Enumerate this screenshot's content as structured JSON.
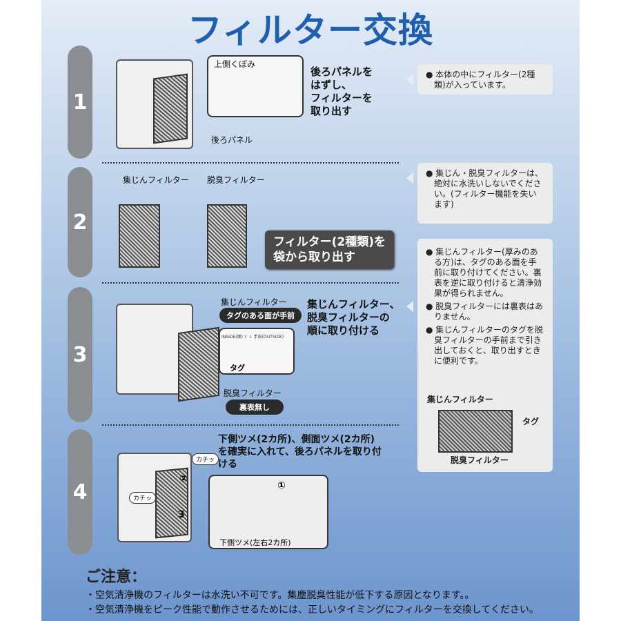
{
  "title": "フィルター交換",
  "steps": [
    {
      "number": "1",
      "labels": {
        "top_hollow": "上側くぼみ",
        "back_panel": "後ろパネル"
      },
      "instruction": [
        "後ろパネルを",
        "はずし、",
        "フィルターを",
        "取り出す"
      ],
      "note": [
        "本体の中にフィルター(2種類)が入っています。"
      ]
    },
    {
      "number": "2",
      "labels": {
        "dust_filter": "集じんフィルター",
        "deodor_filter": "脱臭フィルター"
      },
      "instruction": [
        "フィルター(2種類)を",
        "袋から取り出す"
      ],
      "note": [
        "集じん・脱臭フィルターは、絶対に水洗いしないでください。(フィルター機能を失います)"
      ]
    },
    {
      "number": "3",
      "labels": {
        "dust_filter": "集じんフィルター",
        "tag_side": "タグのある面が手前",
        "inside_outside": "INSIDE(奥) ⇧ ⇩ 手前(OUTSIDE)",
        "tag": "タグ",
        "deodor_filter": "脱臭フィルター",
        "no_side": "裏表無し"
      },
      "instruction": [
        "集じんフィルター、",
        "脱臭フィルターの",
        "順に取り付ける"
      ],
      "notes": [
        "集じんフィルター(厚みのある方)は、タグのある面を手前に取り付けてください。裏表を逆に取り付けると清浄効果が得られません。",
        "脱臭フィルターには裏表はありません。",
        "集じんフィルターのタグを脱臭フィルターの手前まで引き出しておくと、取り出すときに便利です。"
      ],
      "diagram": {
        "dust_filter": "集じんフィルター",
        "tag": "タグ",
        "deodor_filter": "脱臭フィルター"
      }
    },
    {
      "number": "4",
      "labels": {
        "click1": "カチッ",
        "click2": "カチッ",
        "n1": "①",
        "n2": "②",
        "n3": "3",
        "bottom_claws": "下側ツメ(左右2カ所)"
      },
      "instruction": [
        "下側ツメ(2カ所)、側面ツメ(2カ所)",
        "を確実に入れて、後ろパネルを取り付",
        "ける"
      ]
    }
  ],
  "caution": {
    "heading": "ご注意：",
    "lines": [
      "・空気清浄機のフィルターは水洗い不可です。集塵脱臭性能が低下する原因となります。。",
      "・空気清浄機をピーク性能で動作させるためには、正しいタイミングにフィルターを交換してください。"
    ]
  }
}
